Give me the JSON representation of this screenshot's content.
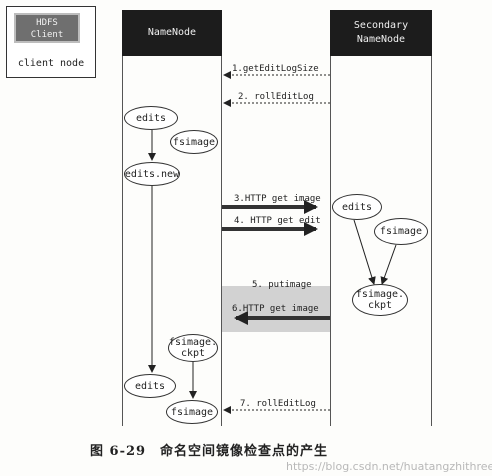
{
  "legend": {
    "client_label": "HDFS\nClient",
    "caption": "client node"
  },
  "columns": {
    "namenode": "NameNode",
    "secondary": "Secondary\nNameNode"
  },
  "nodes": {
    "nn_edits": "edits",
    "nn_fsimage": "fsimage",
    "nn_edits_new": "edits.new",
    "nn_fsimage_ckpt": "fsimage.\nckpt",
    "nn_edits_final": "edits",
    "nn_fsimage_final": "fsimage",
    "snn_edits": "edits",
    "snn_fsimage": "fsimage",
    "snn_fsimage_ckpt": "fsimage.\nckpt"
  },
  "messages": {
    "m1": "1.getEditLogSize",
    "m2": "2. rollEditLog",
    "m3": "3.HTTP get image",
    "m4": "4. HTTP get edit",
    "m5": "5. putimage",
    "m6": "6.HTTP get image",
    "m7": "7. rollEditLog"
  },
  "caption": "图 6-29　命名空间镜像检查点的产生",
  "watermark": "https://blog.csdn.net/huatangzhithree"
}
